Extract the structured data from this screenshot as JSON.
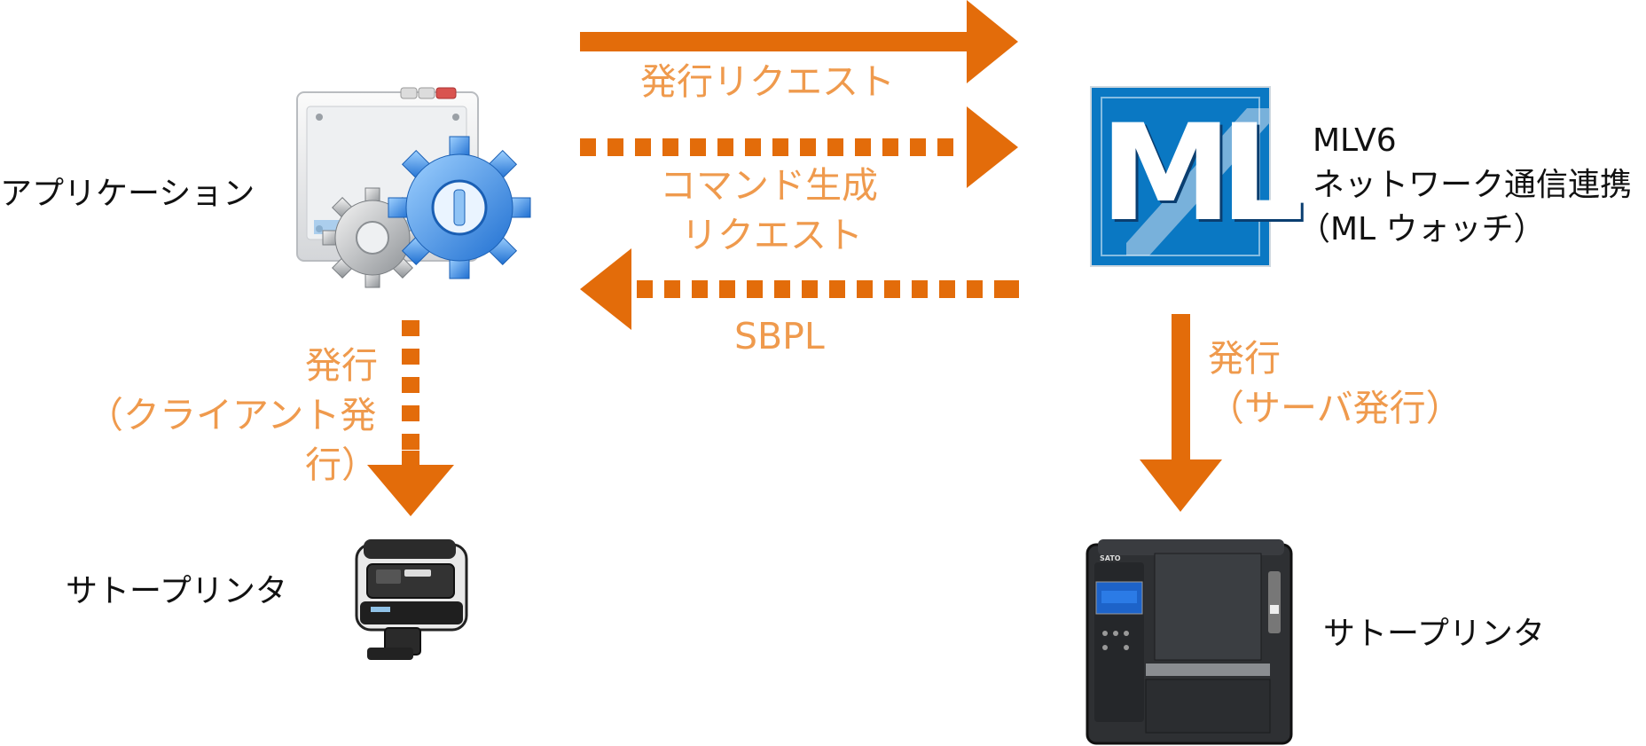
{
  "labels": {
    "application": "アプリケーション",
    "printer_left": "サトープリンタ",
    "printer_right": "サトープリンタ",
    "mlv6_line1": "MLV6",
    "mlv6_line2": "ネットワーク通信連携",
    "mlv6_line3": "（ML ウォッチ）",
    "ml_logo_text": "ML"
  },
  "arrows": {
    "print_request": "発行リクエスト",
    "command_gen_line1": "コマンド生成",
    "command_gen_line2": "リクエスト",
    "sbpl": "SBPL",
    "client_issue_line1": "発行",
    "client_issue_line2": "（クライアント発",
    "client_issue_line3": "行）",
    "server_issue_line1": "発行",
    "server_issue_line2": "（サーバ発行）"
  },
  "colors": {
    "arrow": "#e36c0a",
    "arrow_text": "#ef9a4d",
    "ml_blue": "#0a78c3"
  }
}
